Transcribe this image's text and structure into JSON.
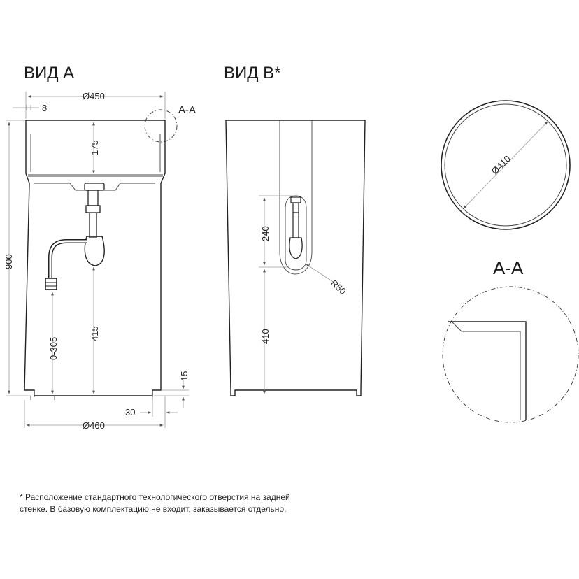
{
  "view_a": {
    "title": "ВИД А",
    "dims": {
      "top_diameter": "Ø450",
      "wall": "8",
      "bowl_depth": "175",
      "total_height": "900",
      "drain_height": "415",
      "range": "0-305",
      "plinth_height": "15",
      "plinth_offset": "30",
      "base_diameter": "Ø460"
    },
    "section_ref": "A-A"
  },
  "view_b": {
    "title": "ВИД B*",
    "dims": {
      "hole_height": "240",
      "radius": "R50",
      "hole_bottom": "410"
    }
  },
  "plan": {
    "inner_diameter": "Ø410"
  },
  "section": {
    "title": "A-A"
  },
  "footnote": {
    "line1": "* Расположение стандартного технологического отверстия на задней",
    "line2": "стенке. В базовую комплектацию не входит, заказывается отдельно."
  }
}
